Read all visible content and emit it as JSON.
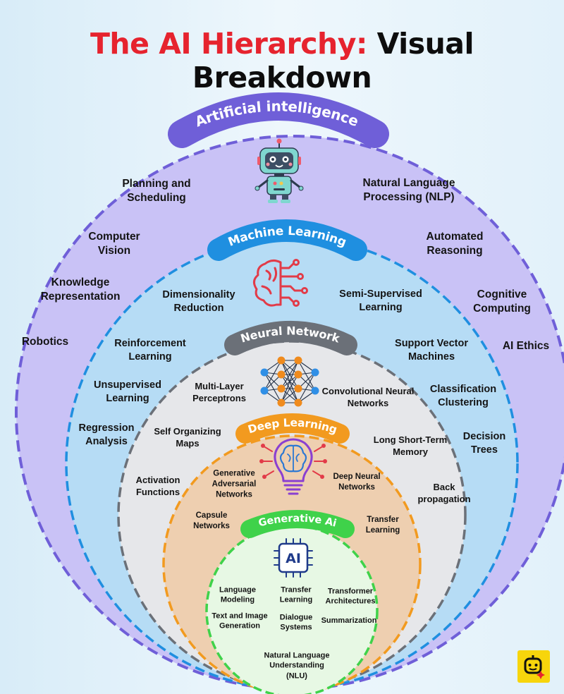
{
  "title": {
    "accent": "The AI Hierarchy:",
    "rest": "Visual Breakdown"
  },
  "colors": {
    "ai": "#c9c2f6",
    "ai_border": "#6f5fd8",
    "ml": "#b6dcf5",
    "ml_border": "#1f8fe0",
    "nn": "#e6e7ea",
    "nn_border": "#6b7078",
    "dl": "#eecfb0",
    "dl_border": "#f29a1f",
    "gen": "#e7f8e4",
    "gen_border": "#3fd24a",
    "title_accent": "#e6232e",
    "logo": "#f7d50c"
  },
  "icons": {
    "ai": "robot-icon",
    "ml": "circuit-brain-icon",
    "nn": "neural-network-icon",
    "dl": "brain-lightbulb-icon",
    "gen": "ai-chip-icon",
    "logo": "chat-bot-logo-icon"
  },
  "layers": {
    "ai": {
      "label": "Artificial intelligence",
      "items": {
        "planning": "Planning and\nScheduling",
        "nlp": "Natural Language\nProcessing (NLP)",
        "vision": "Computer\nVision",
        "reasoning": "Automated\nReasoning",
        "knowledge": "Knowledge\nRepresentation",
        "cognitive": "Cognitive\nComputing",
        "robotics": "Robotics",
        "ethics": "AI Ethics"
      }
    },
    "ml": {
      "label": "Machine Learning",
      "items": {
        "dimred": "Dimensionality\nReduction",
        "semi": "Semi-Supervised\nLearning",
        "rl": "Reinforcement\nLearning",
        "svm": "Support Vector\nMachines",
        "unsup": "Unsupervised\nLearning",
        "classif": "Classification\nClustering",
        "regression": "Regression\nAnalysis",
        "trees": "Decision\nTrees"
      }
    },
    "nn": {
      "label": "Neural Network",
      "items": {
        "mlp": "Multi-Layer\nPerceptrons",
        "cnn": "Convolutional Neural\nNetworks",
        "som": "Self Organizing\nMaps",
        "lstm": "Long Short-Term\nMemory",
        "activation": "Activation\nFunctions",
        "backprop": "Back\npropagation"
      }
    },
    "dl": {
      "label": "Deep Learning",
      "items": {
        "gan": "Generative\nAdversarial\nNetworks",
        "dnn": "Deep Neural\nNetworks",
        "capsule": "Capsule\nNetworks",
        "transfer": "Transfer\nLearning"
      }
    },
    "gen": {
      "label": "Generative Ai",
      "chip_text": "AI",
      "items": {
        "langmod": "Language\nModeling",
        "transfer": "Transfer\nLearning",
        "transformer": "Transformer\nArchitectures",
        "textimage": "Text and Image\nGeneration",
        "dialogue": "Dialogue\nSystems",
        "summarization": "Summarization",
        "nlu": "Natural Language\nUnderstanding\n(NLU)"
      }
    }
  }
}
